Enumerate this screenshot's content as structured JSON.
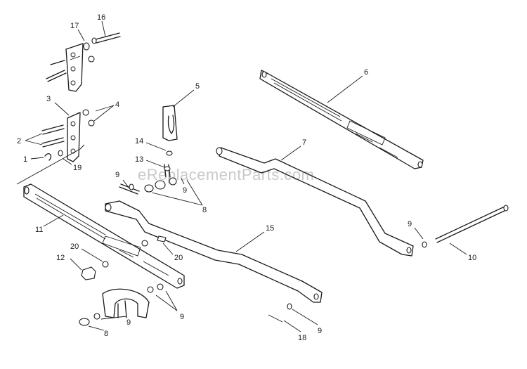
{
  "watermark": "eReplacementParts.com",
  "callouts": [
    {
      "id": "c16",
      "label": "16"
    },
    {
      "id": "c17",
      "label": "17"
    },
    {
      "id": "c3",
      "label": "3"
    },
    {
      "id": "c4",
      "label": "4"
    },
    {
      "id": "c2",
      "label": "2"
    },
    {
      "id": "c1",
      "label": "1"
    },
    {
      "id": "c19",
      "label": "19"
    },
    {
      "id": "c5",
      "label": "5"
    },
    {
      "id": "c14",
      "label": "14"
    },
    {
      "id": "c13",
      "label": "13"
    },
    {
      "id": "c9a",
      "label": "9"
    },
    {
      "id": "c9b",
      "label": "9"
    },
    {
      "id": "c8a",
      "label": "8"
    },
    {
      "id": "c6",
      "label": "6"
    },
    {
      "id": "c7",
      "label": "7"
    },
    {
      "id": "c11",
      "label": "11"
    },
    {
      "id": "c15",
      "label": "15"
    },
    {
      "id": "c20a",
      "label": "20"
    },
    {
      "id": "c20b",
      "label": "20"
    },
    {
      "id": "c12",
      "label": "12"
    },
    {
      "id": "c9c",
      "label": "9"
    },
    {
      "id": "c9d",
      "label": "9"
    },
    {
      "id": "c8b",
      "label": "8"
    },
    {
      "id": "c18",
      "label": "18"
    },
    {
      "id": "c9e",
      "label": "9"
    },
    {
      "id": "c9f",
      "label": "9"
    },
    {
      "id": "c10",
      "label": "10"
    }
  ]
}
